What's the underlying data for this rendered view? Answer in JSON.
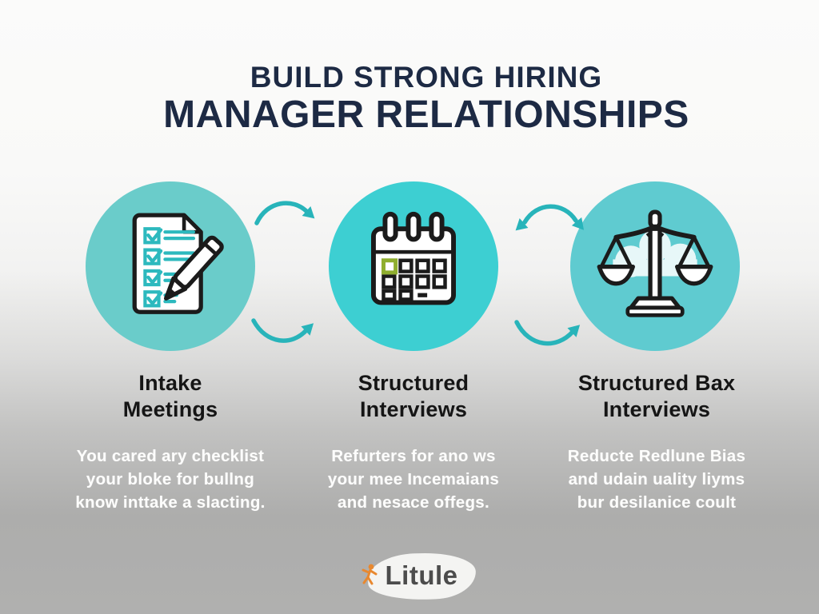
{
  "title": {
    "line1": "BUILD STRONG HIRING",
    "line2": "MANAGER RELATIONSHIPS"
  },
  "steps": [
    {
      "icon": "checklist-pencil-icon",
      "heading_line1": "Intake",
      "heading_line2": "Meetings",
      "body_line1": "You cared ary checklist",
      "body_line2": "your bloke for bullng",
      "body_line3": "know inttake a slacting."
    },
    {
      "icon": "calendar-icon",
      "heading_line1": "Structured",
      "heading_line2": "Interviews",
      "body_line1": "Refurters for ano ws",
      "body_line2": "your mee Incemaians",
      "body_line3": "and nesace offegs."
    },
    {
      "icon": "balance-scale-icon",
      "heading_line1": "Structured Bax",
      "heading_line2": "Interviews",
      "body_line1": "Reducte Redlune Bias",
      "body_line2": "and udain uality liyms",
      "body_line3": "bur desilanice coult"
    }
  ],
  "footer": {
    "logo_text": "Litule"
  },
  "colors": {
    "title_navy": "#1d2a44",
    "circle_teal_light": "#6accca",
    "circle_teal_bright": "#3dcfd2",
    "circle_teal_mid": "#5fcbd0",
    "arrow_teal": "#28b4ba",
    "icon_outline": "#1b1b1b",
    "checkbox_teal": "#2cb9be",
    "calendar_green": "#8fae2e",
    "body_text_white": "#fdfdfc",
    "logo_orange": "#e8882f",
    "logo_gray": "#4c4c4c"
  }
}
